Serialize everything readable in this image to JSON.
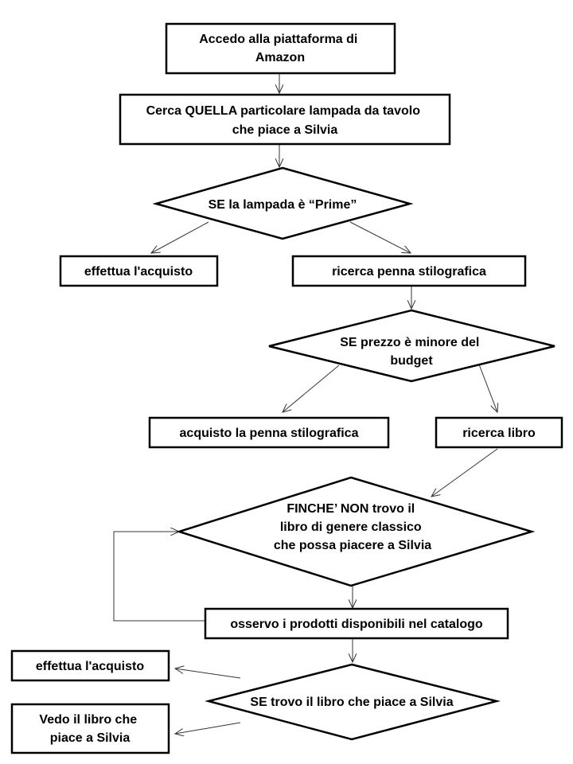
{
  "nodes": {
    "accedo": {
      "lines": [
        "Accedo alla piattaforma di",
        "Amazon"
      ]
    },
    "cerca_lampada": {
      "lines": [
        "Cerca QUELLA particolare lampada da tavolo",
        "che piace a Silvia"
      ]
    },
    "se_prime": {
      "lines": [
        "SE la lampada è “Prime”"
      ]
    },
    "acquisto_lampada": {
      "lines": [
        "effettua l'acquisto"
      ]
    },
    "ricerca_penna": {
      "lines": [
        "ricerca penna stilografica"
      ]
    },
    "se_prezzo": {
      "lines": [
        "SE prezzo è minore del",
        "budget"
      ]
    },
    "acquisto_penna": {
      "lines": [
        "acquisto la penna stilografica"
      ]
    },
    "ricerca_libro": {
      "lines": [
        "ricerca libro"
      ]
    },
    "finche_non": {
      "lines": [
        "FINCHE’ NON trovo il",
        "libro di genere classico",
        "che possa piacere a Silvia"
      ]
    },
    "osservo": {
      "lines": [
        "osservo i prodotti disponibili nel catalogo"
      ]
    },
    "acquisto_libro": {
      "lines": [
        "effettua l'acquisto"
      ]
    },
    "se_trovo": {
      "lines": [
        "SE trovo il libro che piace a Silvia"
      ]
    },
    "vedo_libro": {
      "lines": [
        "Vedo il libro che",
        "piace a Silvia"
      ]
    }
  },
  "colors": {
    "stroke": "#000000",
    "connector": "#333333",
    "fill": "#ffffff"
  }
}
